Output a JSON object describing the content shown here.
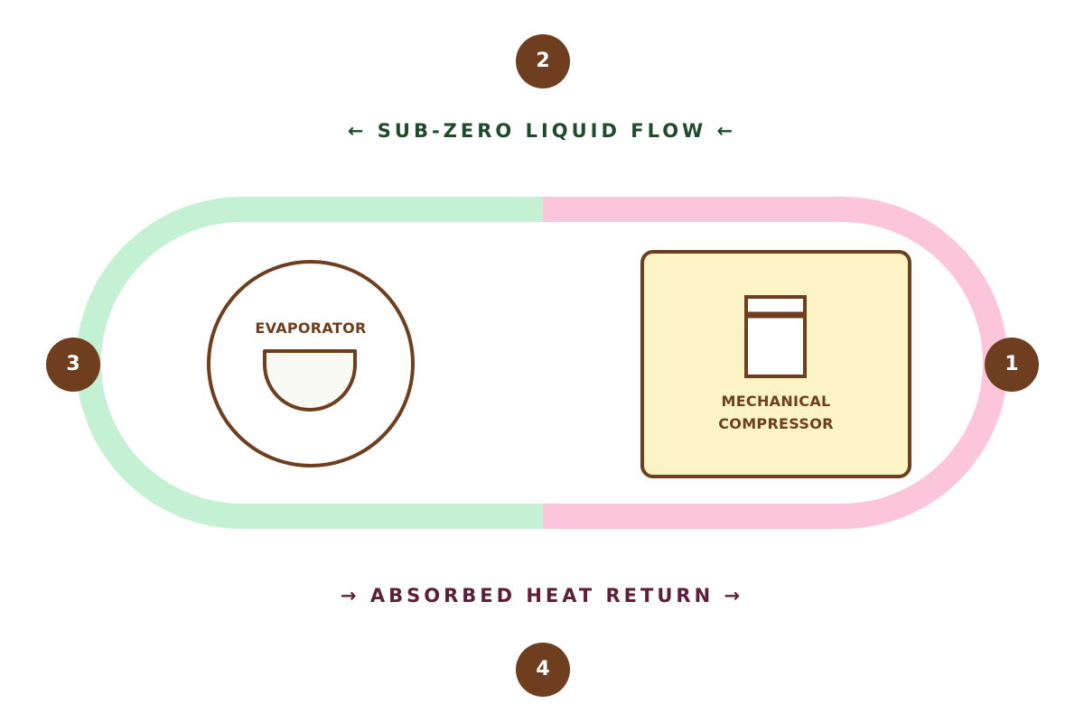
{
  "colors": {
    "cold_pipe": "#c4f1d4",
    "hot_pipe": "#fdc5d9",
    "badge": "#6e3e1f",
    "outline": "#6e3e1f",
    "compressor_fill": "#fdf4c6",
    "bowl_fill": "#fafaf4",
    "top_flow_text": "#1f4a2b",
    "bottom_flow_text": "#5e1d38"
  },
  "diagram": {
    "top_flow": "← SUB-ZERO LIQUID FLOW ←",
    "bottom_flow": "→ ABSORBED HEAT RETURN →",
    "evaporator": {
      "label": "EVAPORATOR",
      "icon": "bowl-icon"
    },
    "compressor": {
      "label_line1": "MECHANICAL",
      "label_line2": "COMPRESSOR",
      "icon": "compressor-unit-icon"
    },
    "stages": [
      "1",
      "2",
      "3",
      "4"
    ]
  }
}
